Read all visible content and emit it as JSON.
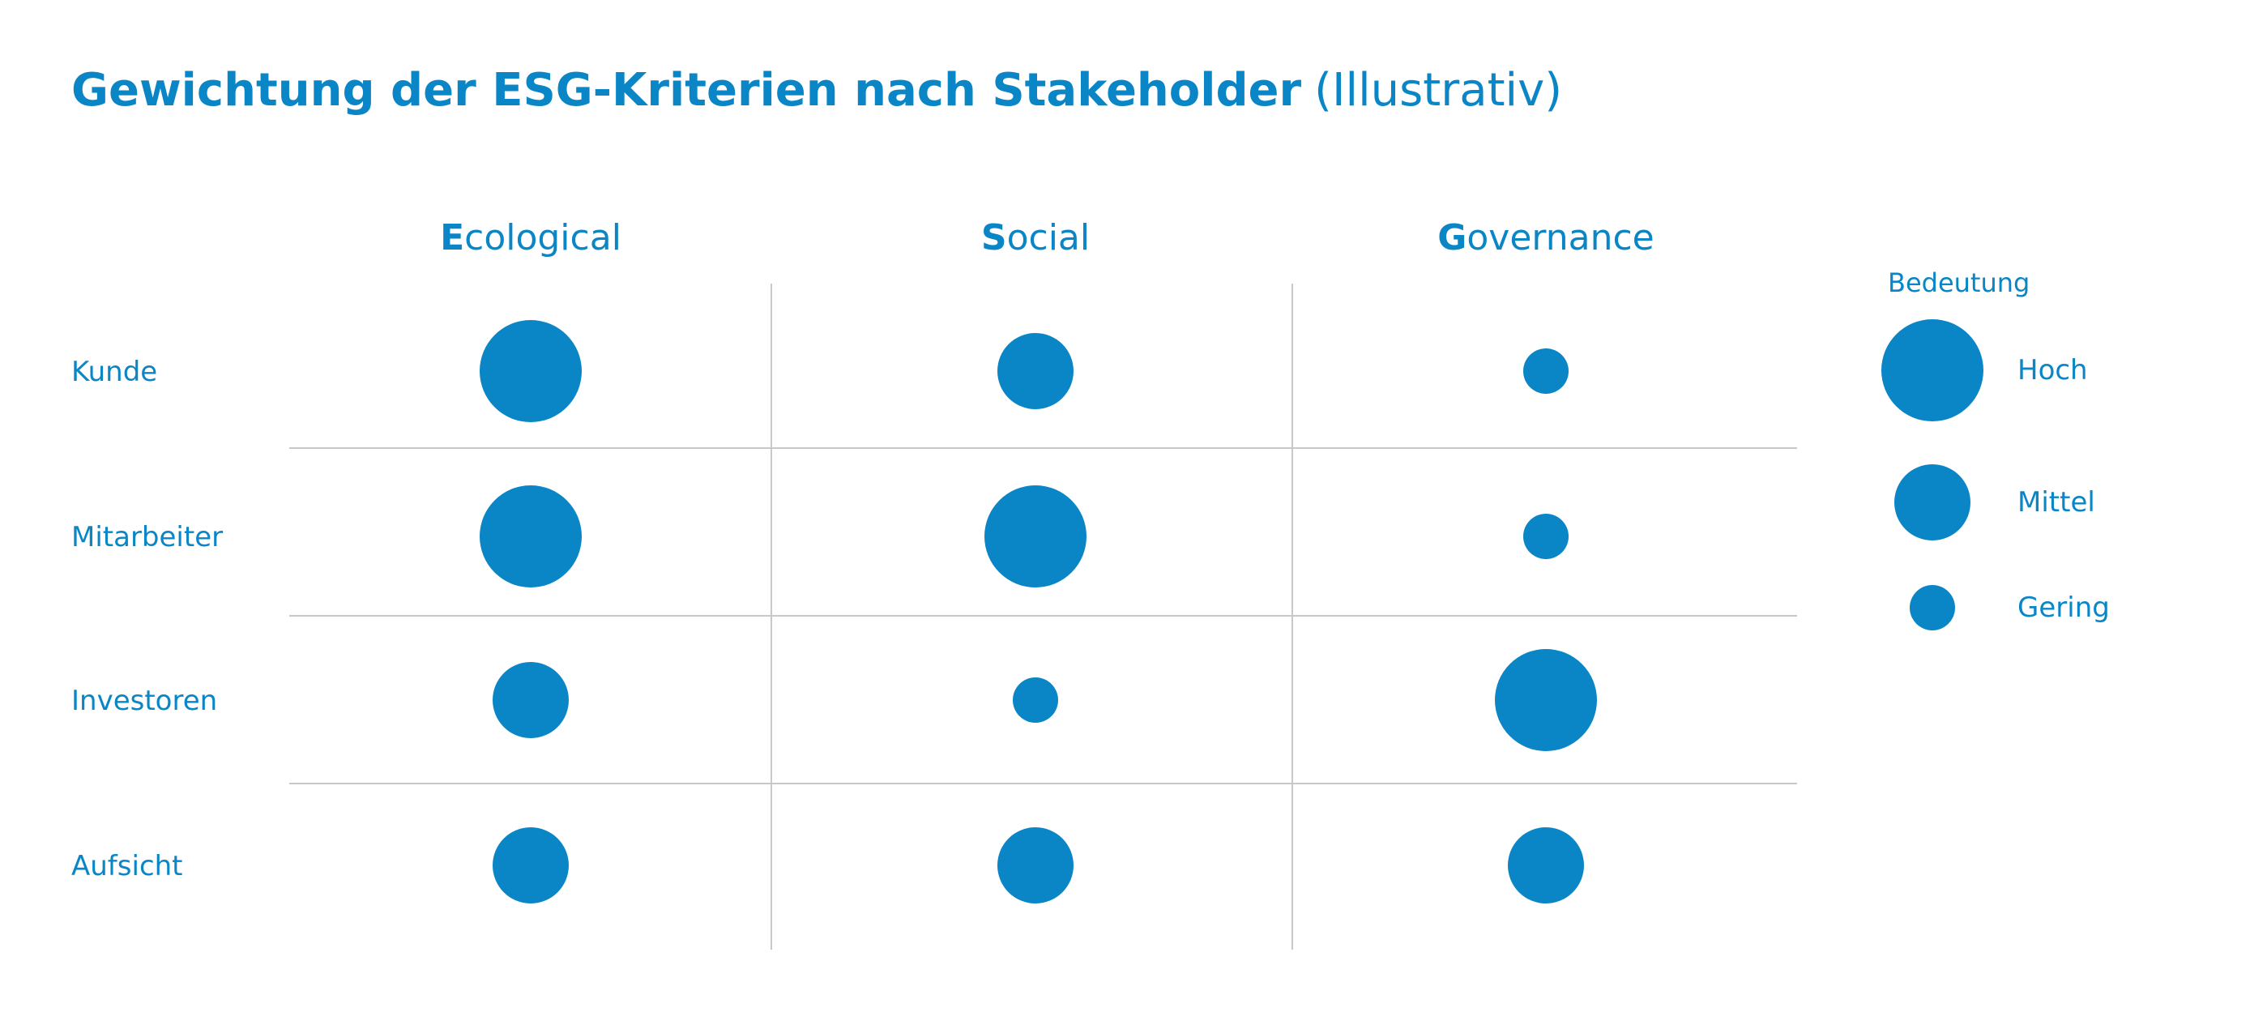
{
  "chart_data": {
    "type": "bubble-matrix",
    "title": "Gewichtung der ESG-Kriterien nach Stakeholder",
    "subtitle": "(Illustrativ)",
    "columns": [
      {
        "initial": "E",
        "rest": "cological"
      },
      {
        "initial": "S",
        "rest": "ocial"
      },
      {
        "initial": "G",
        "rest": "overnance"
      }
    ],
    "rows": [
      "Kunde",
      "Mitarbeiter",
      "Investoren",
      "Aufsicht"
    ],
    "levels": [
      "Gering",
      "Mittel",
      "Hoch"
    ],
    "values": [
      [
        "Hoch",
        "Mittel",
        "Gering"
      ],
      [
        "Hoch",
        "Hoch",
        "Gering"
      ],
      [
        "Mittel",
        "Gering",
        "Hoch"
      ],
      [
        "Mittel",
        "Mittel",
        "Mittel"
      ]
    ],
    "legend": {
      "title": "Bedeutung",
      "items": [
        "Hoch",
        "Mittel",
        "Gering"
      ],
      "position": "right"
    },
    "color": "#0a86c6",
    "grid_color": "#c8c8c8"
  }
}
